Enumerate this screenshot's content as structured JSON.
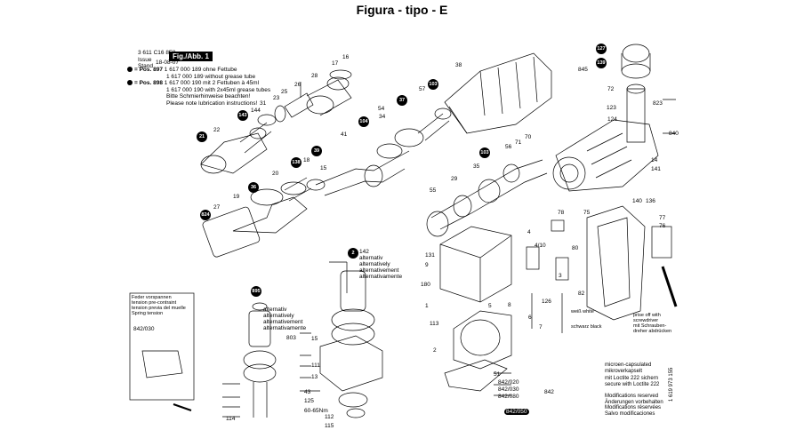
{
  "title": "Figura - tipo - E",
  "header": {
    "part_no": "3 611 C16 8F0",
    "issue_label": "Issue",
    "stand_label": "Stand",
    "date": "18-08-07",
    "fig_label": "Fig./Abb. 1",
    "pos897_label": "= Pos. 897",
    "pos897_line1": "1 617 000 189 ohne Fettube",
    "pos897_line2": "1 617 000 189 without grease tube",
    "pos898_label": "= Pos. 898",
    "pos898_line1": "1 617 000 190 mit 2 Fettuben à 45ml",
    "pos898_line2": "1 617 000 190 with 2x45ml grease tubes",
    "note_de": "Bitte Schmierhinweise beachten!",
    "note_en": "Please note lubrication instructions!"
  },
  "spring_box": {
    "line1": "Feder vorspannen",
    "line2": "tension pre-contraint",
    "line3": "tension previa del muelle",
    "line4": "Spring tension",
    "code": "842/030"
  },
  "alt_labels": {
    "a1": "alternativ",
    "a2": "alternatively",
    "a3": "alternativement",
    "a4": "alternativamente"
  },
  "colors": {
    "ink": "#000000",
    "paper": "#ffffff"
  },
  "bubbles": [
    "21",
    "143",
    "36",
    "824",
    "39",
    "138",
    "104",
    "37",
    "103",
    "103",
    "127",
    "139",
    "2",
    "895"
  ],
  "labels": [
    "22",
    "144",
    "31",
    "23",
    "25",
    "26",
    "28",
    "17",
    "16",
    "15",
    "20",
    "18",
    "19",
    "27",
    "41",
    "54",
    "34",
    "38",
    "57",
    "35",
    "29",
    "55",
    "56",
    "71",
    "70",
    "72",
    "123",
    "124",
    "823",
    "840",
    "14",
    "141",
    "845",
    "140",
    "136",
    "77",
    "76",
    "78",
    "75",
    "4",
    "4/10",
    "80",
    "3",
    "82",
    "131",
    "9",
    "180",
    "126",
    "1",
    "113",
    "2",
    "5",
    "8",
    "6",
    "7",
    "142",
    "803",
    "15",
    "111",
    "13",
    "43",
    "125",
    "112",
    "115",
    "114",
    "842/020",
    "842/080",
    "842/050",
    "842/030",
    "842",
    "60-65Nm",
    "51"
  ],
  "wire_labels": {
    "white": "weiß white",
    "black": "schwarz black"
  },
  "prise_note": {
    "line1": "prise off with",
    "line2": "screwdriver",
    "line3": "mit Schrauben-",
    "line4": "dreher abdrücken"
  },
  "legend": {
    "micro_1": "microen-capsulated",
    "micro_2": "mikroverkapselt",
    "loctite_1": "mit Loctite 222 sichern",
    "loctite_2": "secure with Loctite 222",
    "mod_1": "Modifications reserved",
    "mod_2": "Änderungen vorbehalten",
    "mod_3": "Modifications réservées",
    "mod_4": "Salvo modificaciones",
    "side_code": "1 619 973 155"
  }
}
